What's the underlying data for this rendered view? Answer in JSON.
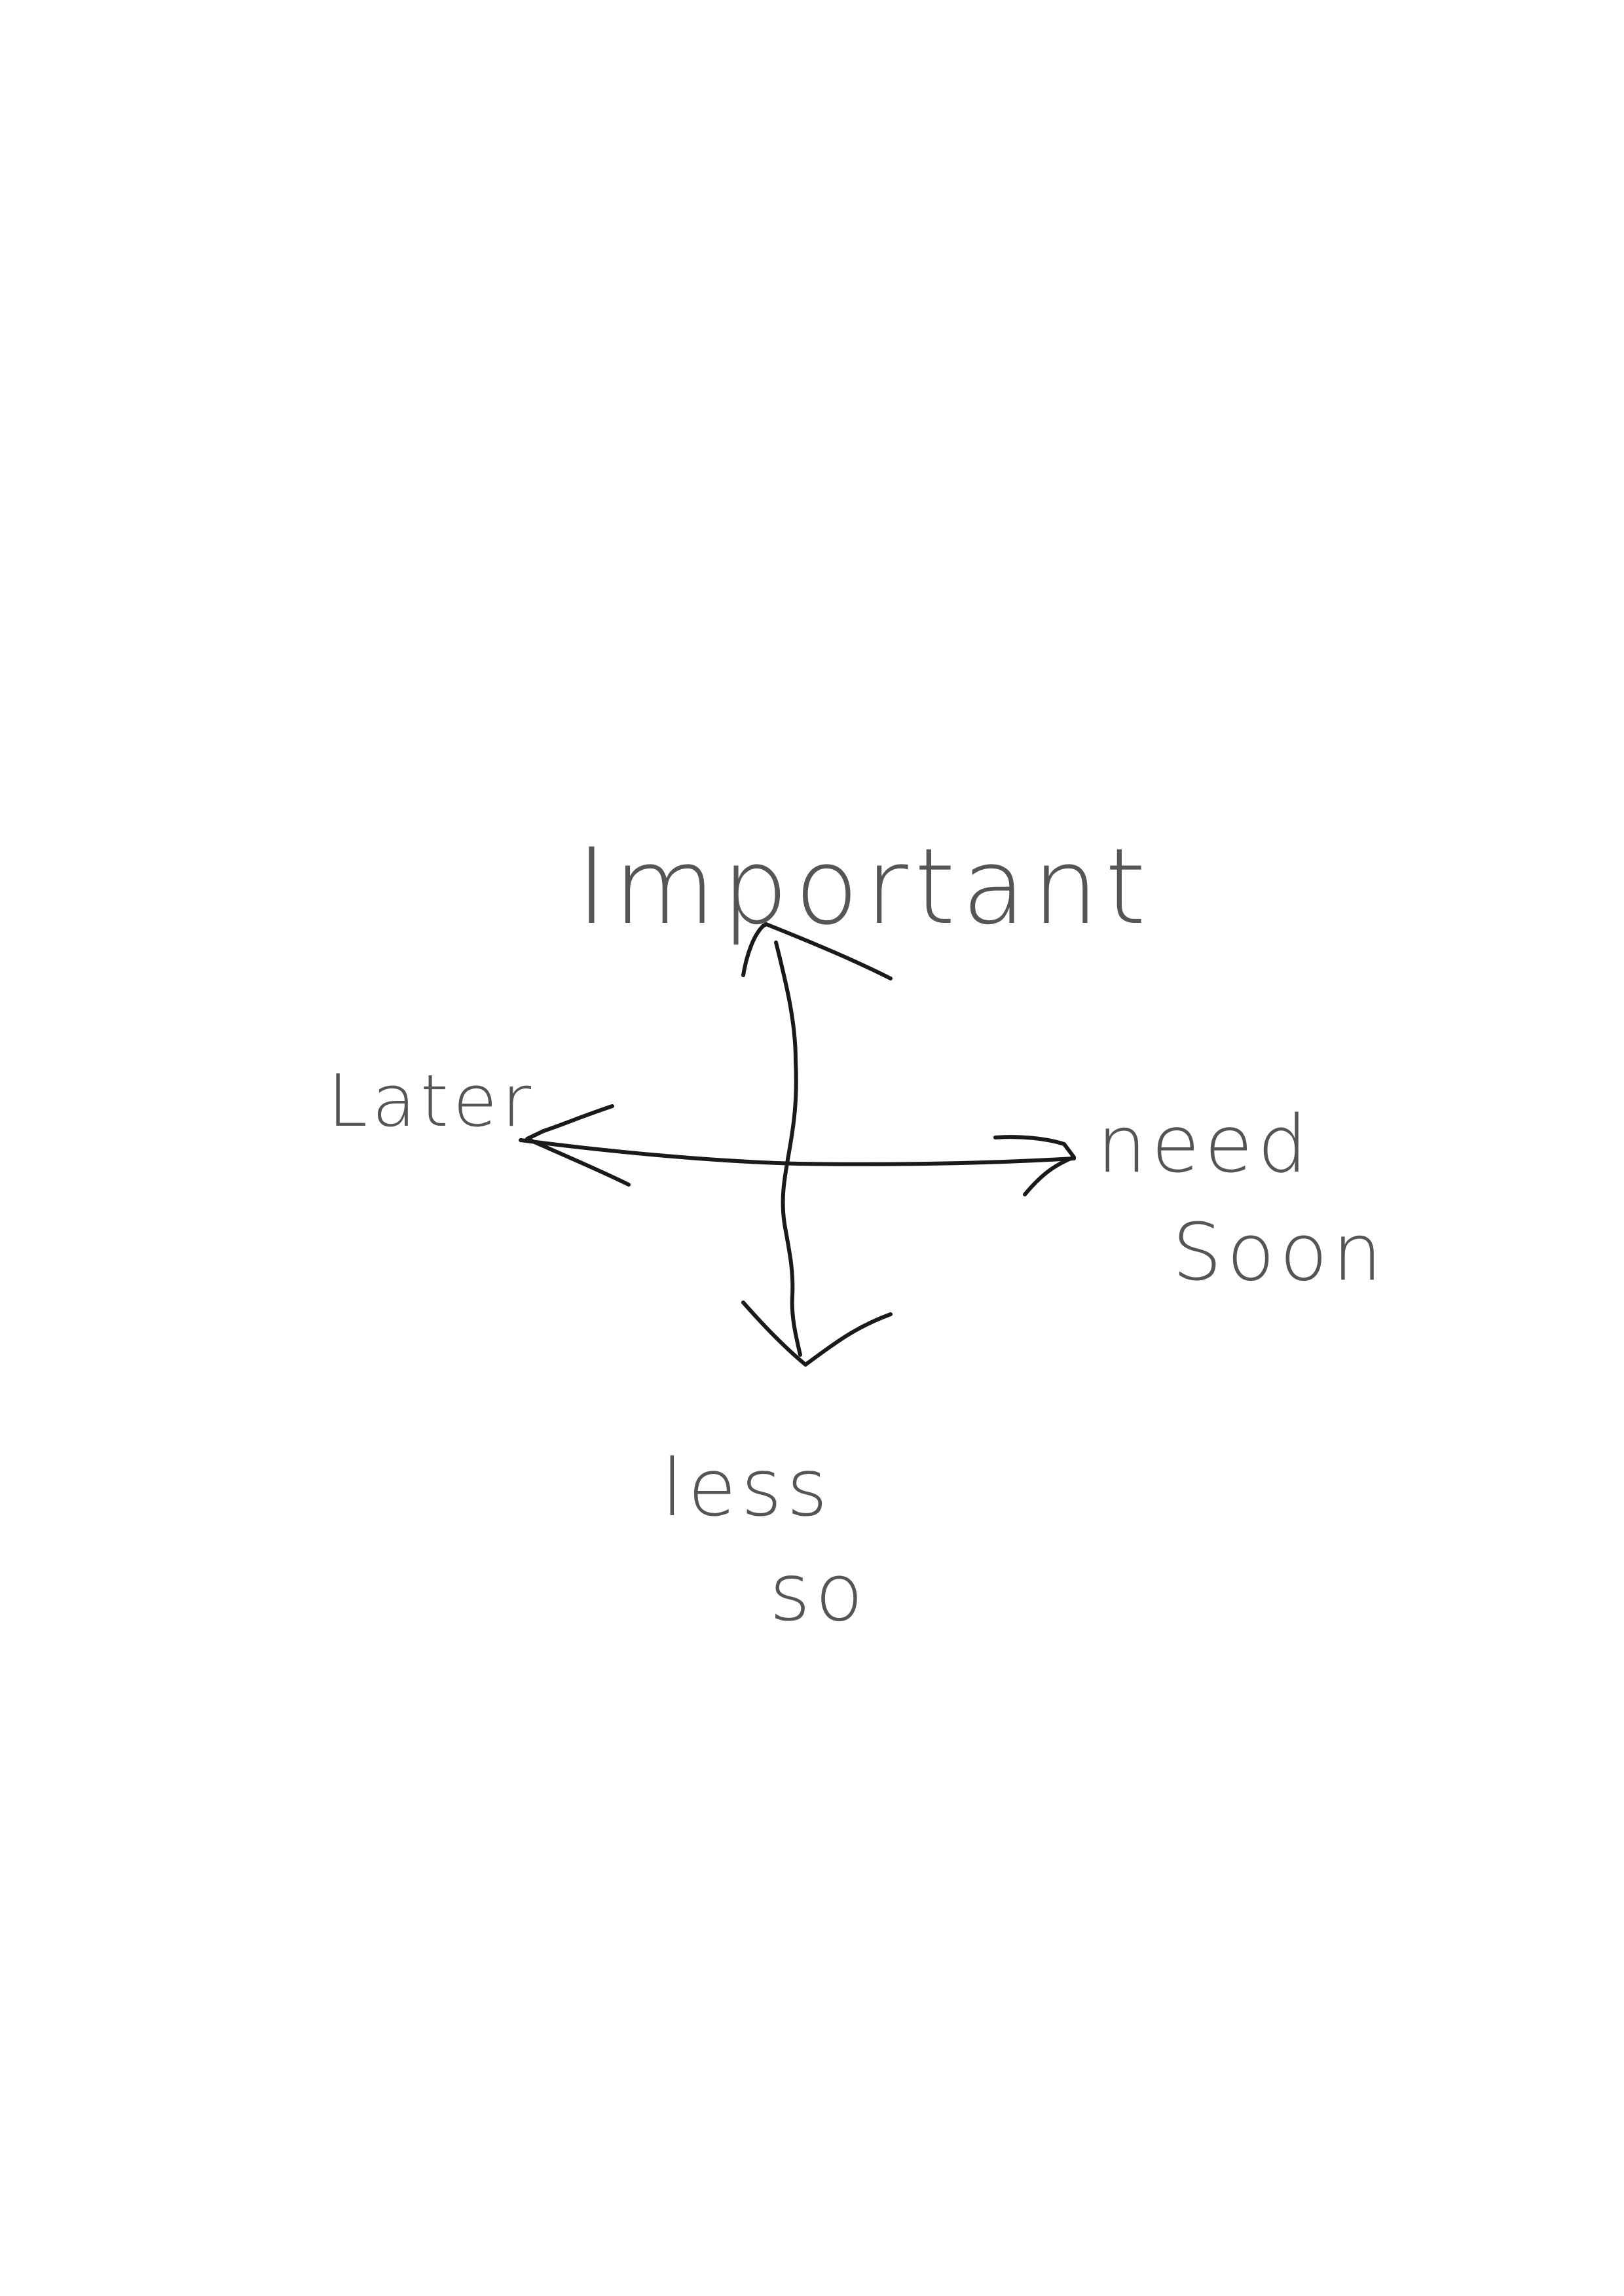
{
  "labels": {
    "top": "Important",
    "bottom_line1": "less",
    "bottom_line2": "so",
    "left": "Later",
    "right_line1": "need",
    "right_line2": "Soon"
  },
  "colors": {
    "background": "#ffffff",
    "ink": "#1a1a1a",
    "text_ink": "#555555"
  }
}
